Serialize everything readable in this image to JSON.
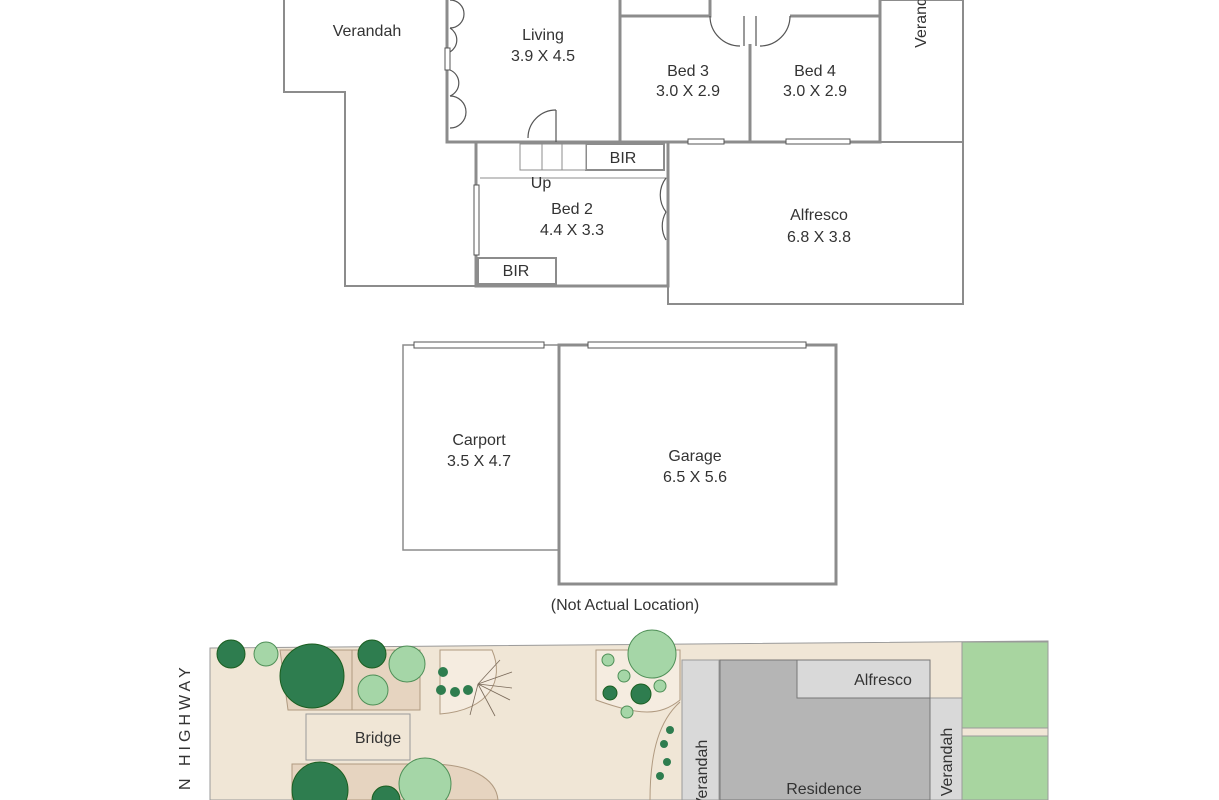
{
  "floorplan": {
    "rooms": [
      {
        "id": "verandah-top",
        "name": "Verandah",
        "dims": ""
      },
      {
        "id": "living",
        "name": "Living",
        "dims": "3.9 X 4.5"
      },
      {
        "id": "bed3",
        "name": "Bed 3",
        "dims": "3.0 X 2.9"
      },
      {
        "id": "bed4",
        "name": "Bed 4",
        "dims": "3.0 X 2.9"
      },
      {
        "id": "bed2",
        "name": "Bed 2",
        "dims": "4.4 X 3.3"
      },
      {
        "id": "alfresco",
        "name": "Alfresco",
        "dims": "6.8 X 3.8"
      }
    ],
    "verandah_right_label": "Veranda",
    "bir_upper": "BIR",
    "bir_lower": "BIR",
    "stair_label": "Up"
  },
  "outbuildings": {
    "carport": {
      "name": "Carport",
      "dims": "3.5 X 4.7"
    },
    "garage": {
      "name": "Garage",
      "dims": "6.5 X 5.6"
    },
    "note": "(Not Actual Location)"
  },
  "siteplan": {
    "road_label": "N HIGHWAY",
    "bridge": "Bridge",
    "alfresco": "Alfresco",
    "verandah_left": "Verandah",
    "verandah_right": "Verandah",
    "residence": "Residence"
  },
  "colors": {
    "wall": "#8c8c8c",
    "ground": "#f0e6d6",
    "lawn": "#a8d5a0",
    "tree_dark": "#2e7d4f",
    "tree_light": "#a5d6a7",
    "residence": "#b5b5b5",
    "path": "#d9d9d9"
  }
}
